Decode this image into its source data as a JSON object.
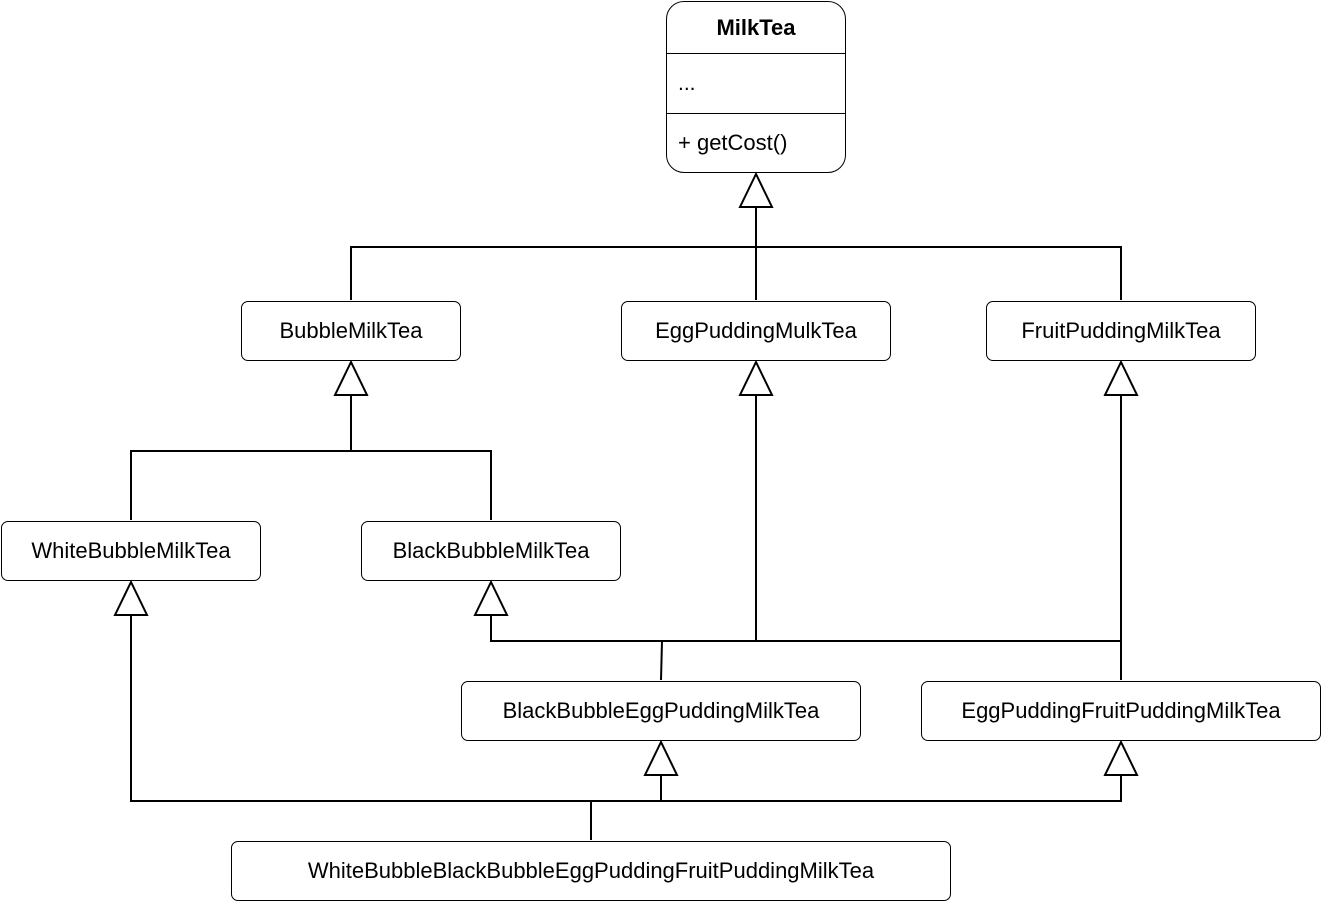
{
  "diagram": {
    "root": {
      "name": "MilkTea",
      "attributes": "...",
      "operations": "+ getCost()"
    },
    "classes": {
      "bubble": "BubbleMilkTea",
      "egg_pudding": "EggPuddingMulkTea",
      "fruit_pudding": "FruitPuddingMilkTea",
      "white_bubble": "WhiteBubbleMilkTea",
      "black_bubble": "BlackBubbleMilkTea",
      "black_bubble_egg_pudding": "BlackBubbleEggPuddingMilkTea",
      "egg_pudding_fruit_pudding": "EggPuddingFruitPuddingMilkTea",
      "all_combined": "WhiteBubbleBlackBubbleEggPuddingFruitPuddingMilkTea"
    },
    "relationships": [
      {
        "type": "inheritance",
        "child": "BubbleMilkTea",
        "parent": "MilkTea"
      },
      {
        "type": "inheritance",
        "child": "EggPuddingMulkTea",
        "parent": "MilkTea"
      },
      {
        "type": "inheritance",
        "child": "FruitPuddingMilkTea",
        "parent": "MilkTea"
      },
      {
        "type": "inheritance",
        "child": "WhiteBubbleMilkTea",
        "parent": "BubbleMilkTea"
      },
      {
        "type": "inheritance",
        "child": "BlackBubbleMilkTea",
        "parent": "BubbleMilkTea"
      },
      {
        "type": "inheritance",
        "child": "BlackBubbleEggPuddingMilkTea",
        "parent": "BlackBubbleMilkTea"
      },
      {
        "type": "inheritance",
        "child": "BlackBubbleEggPuddingMilkTea",
        "parent": "EggPuddingMulkTea"
      },
      {
        "type": "inheritance",
        "child": "BlackBubbleEggPuddingMilkTea",
        "parent": "FruitPuddingMilkTea"
      },
      {
        "type": "inheritance",
        "child": "EggPuddingFruitPuddingMilkTea",
        "parent": "FruitPuddingMilkTea"
      },
      {
        "type": "inheritance",
        "child": "WhiteBubbleBlackBubbleEggPuddingFruitPuddingMilkTea",
        "parent": "WhiteBubbleMilkTea"
      },
      {
        "type": "inheritance",
        "child": "WhiteBubbleBlackBubbleEggPuddingFruitPuddingMilkTea",
        "parent": "BlackBubbleEggPuddingMilkTea"
      },
      {
        "type": "inheritance",
        "child": "WhiteBubbleBlackBubbleEggPuddingFruitPuddingMilkTea",
        "parent": "EggPuddingFruitPuddingMilkTea"
      }
    ]
  }
}
